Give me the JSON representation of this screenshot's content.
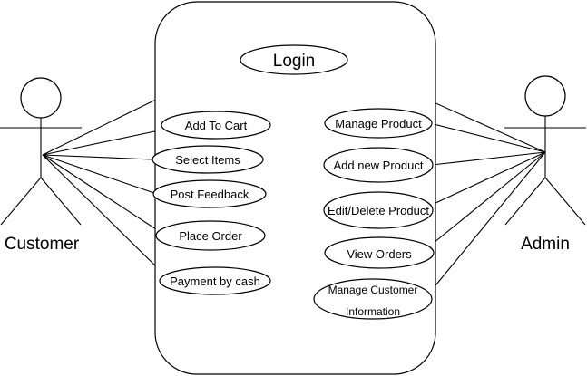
{
  "actors": {
    "customer": {
      "label": "Customer"
    },
    "admin": {
      "label": "Admin"
    }
  },
  "usecases": {
    "login": "Login",
    "add_to_cart": "Add To Cart",
    "select_items": "Select Items",
    "post_feedback": "Post Feedback",
    "place_order": "Place Order",
    "payment_by_cash": "Payment by cash",
    "manage_product": "Manage Product",
    "add_new_product": "Add new Product",
    "edit_delete_product": "Edit/Delete Product",
    "view_orders": "View Orders",
    "manage_customer_information": [
      "Manage Customer",
      "Information"
    ]
  },
  "associations": {
    "customer": [
      "login",
      "add_to_cart",
      "select_items",
      "post_feedback",
      "place_order",
      "payment_by_cash"
    ],
    "admin": [
      "login",
      "manage_product",
      "add_new_product",
      "edit_delete_product",
      "view_orders",
      "manage_customer_information"
    ]
  },
  "colors": {
    "stroke": "#000000",
    "fill": "#ffffff",
    "text": "#000000"
  }
}
